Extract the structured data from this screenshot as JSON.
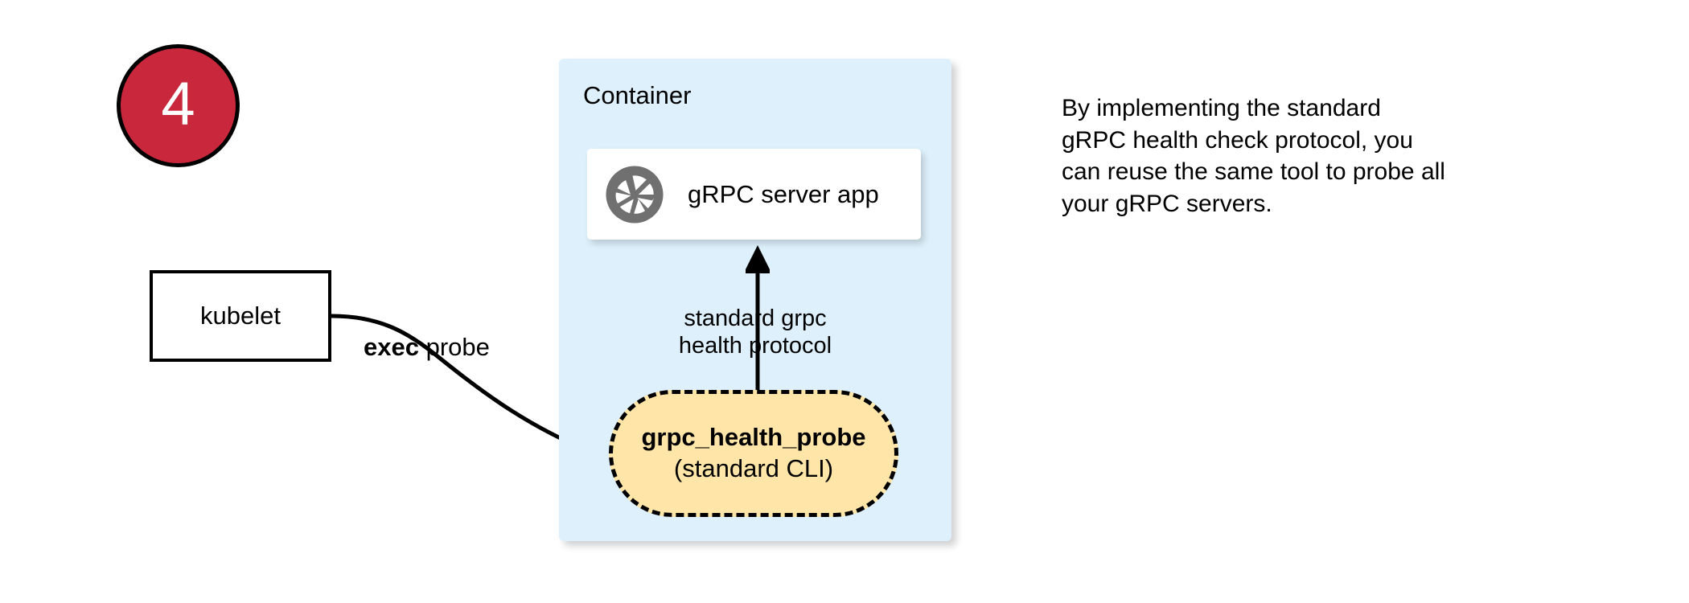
{
  "step": {
    "number": "4"
  },
  "kubelet": {
    "label": "kubelet"
  },
  "exec_probe": {
    "bold_text": "exec",
    "rest_text": " probe"
  },
  "container": {
    "title": "Container",
    "fill_color": "#ddf0fb"
  },
  "server_app": {
    "icon_name": "grpc-aperture-icon",
    "label": "gRPC server app",
    "icon_color": "#707070"
  },
  "protocol_arrow": {
    "line1": "standard grpc",
    "line2": "health protocol"
  },
  "probe": {
    "title": "grpc_health_probe",
    "subtitle": "(standard CLI)",
    "fill_color": "#ffe6a8"
  },
  "description": {
    "line1": "By implementing the standard",
    "line2": "gRPC health check protocol, you",
    "line3": "can reuse the same tool to probe all",
    "line4": "your gRPC servers."
  },
  "colors": {
    "badge_red": "#c9283c",
    "container_blue": "#ddf0fb",
    "probe_yellow": "#ffe6a8",
    "stroke_black": "#000000"
  }
}
